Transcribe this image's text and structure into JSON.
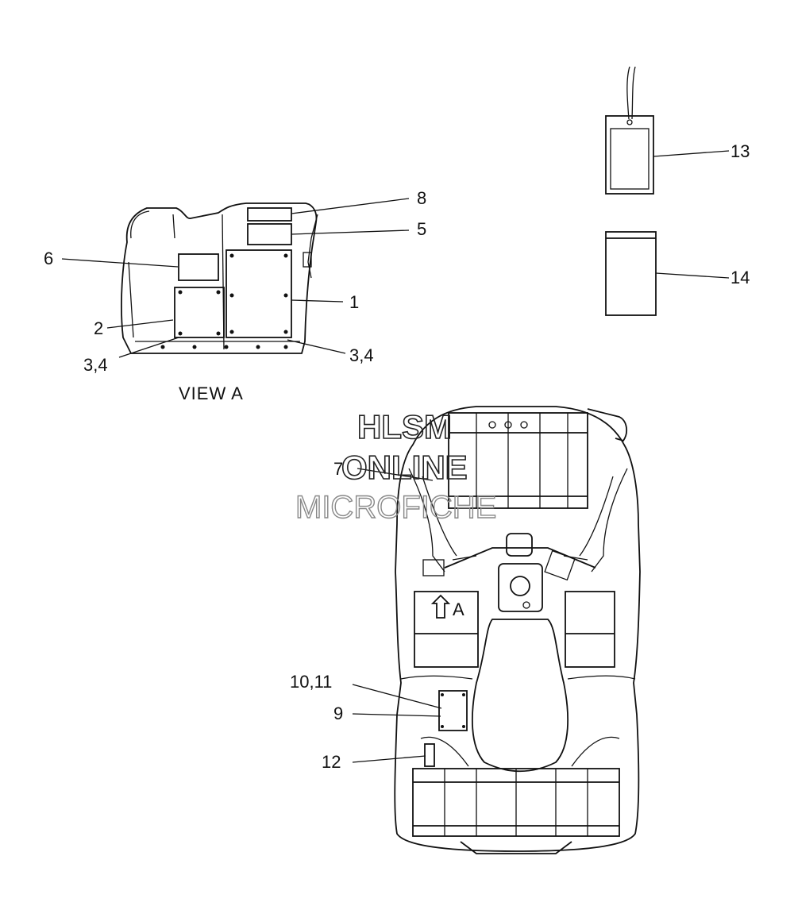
{
  "view_caption": "VIEW A",
  "view_marker": "A",
  "watermark": {
    "line1": "HLSM",
    "line2": "ONLINE",
    "line3": "MICROFICHE"
  },
  "callouts": [
    {
      "id": "c1",
      "label": "1"
    },
    {
      "id": "c2",
      "label": "2"
    },
    {
      "id": "c34a",
      "label": "3,4"
    },
    {
      "id": "c34b",
      "label": "3,4"
    },
    {
      "id": "c5",
      "label": "5"
    },
    {
      "id": "c6",
      "label": "6"
    },
    {
      "id": "c7",
      "label": "7"
    },
    {
      "id": "c8",
      "label": "8"
    },
    {
      "id": "c9",
      "label": "9"
    },
    {
      "id": "c1011",
      "label": "10,11"
    },
    {
      "id": "c12",
      "label": "12"
    },
    {
      "id": "c13",
      "label": "13"
    },
    {
      "id": "c14",
      "label": "14"
    }
  ]
}
